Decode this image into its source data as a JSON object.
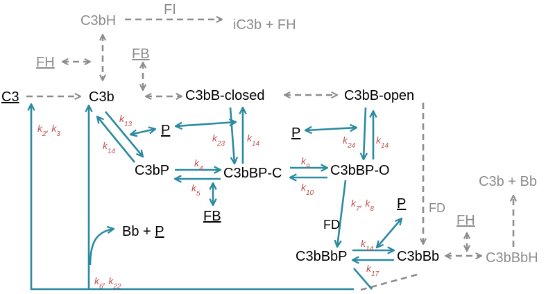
{
  "colors": {
    "main": "#2a8aa0",
    "inactive": "#8c8c8c",
    "rate": "#c0504d",
    "text": "#000000"
  },
  "species": {
    "c3": "C3",
    "c3b": "C3b",
    "c3bh": "C3bH",
    "ic3b_fh": "iC3b + FH",
    "fh_left": "FH",
    "fb_top": "FB",
    "c3bb_closed": "C3bB-closed",
    "c3bb_open": "C3bB-open",
    "p1": "P",
    "p2": "P",
    "p3": "P",
    "c3bp": "C3bP",
    "c3bbp_c": "C3bBP-C",
    "c3bbp_o": "C3bBP-O",
    "fb_bottom": "FB",
    "bb_p": "Bb + ",
    "bb_p_p": "P",
    "c3bbbp": "C3bBbP",
    "c3bbb": "C3bBb",
    "c3b_bb": "C3b + Bb",
    "fh_right": "FH",
    "c3bbbh": "C3bBbH"
  },
  "enzymes": {
    "fi": "FI",
    "fd_mid": "FD",
    "fd_right": "FD"
  },
  "rates": {
    "k2k3": {
      "a": "k",
      "a_sub": "2",
      "sep": ", ",
      "b": "k",
      "b_sub": "3"
    },
    "k13": {
      "a": "k",
      "a_sub": "13"
    },
    "k14a": {
      "a": "k",
      "a_sub": "14"
    },
    "k23": {
      "a": "k",
      "a_sub": "23"
    },
    "k14b": {
      "a": "k",
      "a_sub": "14"
    },
    "k24": {
      "a": "k",
      "a_sub": "24"
    },
    "k14c": {
      "a": "k",
      "a_sub": "14"
    },
    "k4": {
      "a": "k",
      "a_sub": "4"
    },
    "k5": {
      "a": "k",
      "a_sub": "5"
    },
    "k9": {
      "a": "k",
      "a_sub": "9"
    },
    "k10": {
      "a": "k",
      "a_sub": "10"
    },
    "k7k8": {
      "a": "k",
      "a_sub": "7",
      "sep": ", ",
      "b": "k",
      "b_sub": "8"
    },
    "k14d": {
      "a": "k",
      "a_sub": "14"
    },
    "k17": {
      "a": "k",
      "a_sub": "17"
    },
    "k6k22": {
      "a": "k",
      "a_sub": "6",
      "sep": ", ",
      "b": "k",
      "b_sub": "22"
    }
  }
}
